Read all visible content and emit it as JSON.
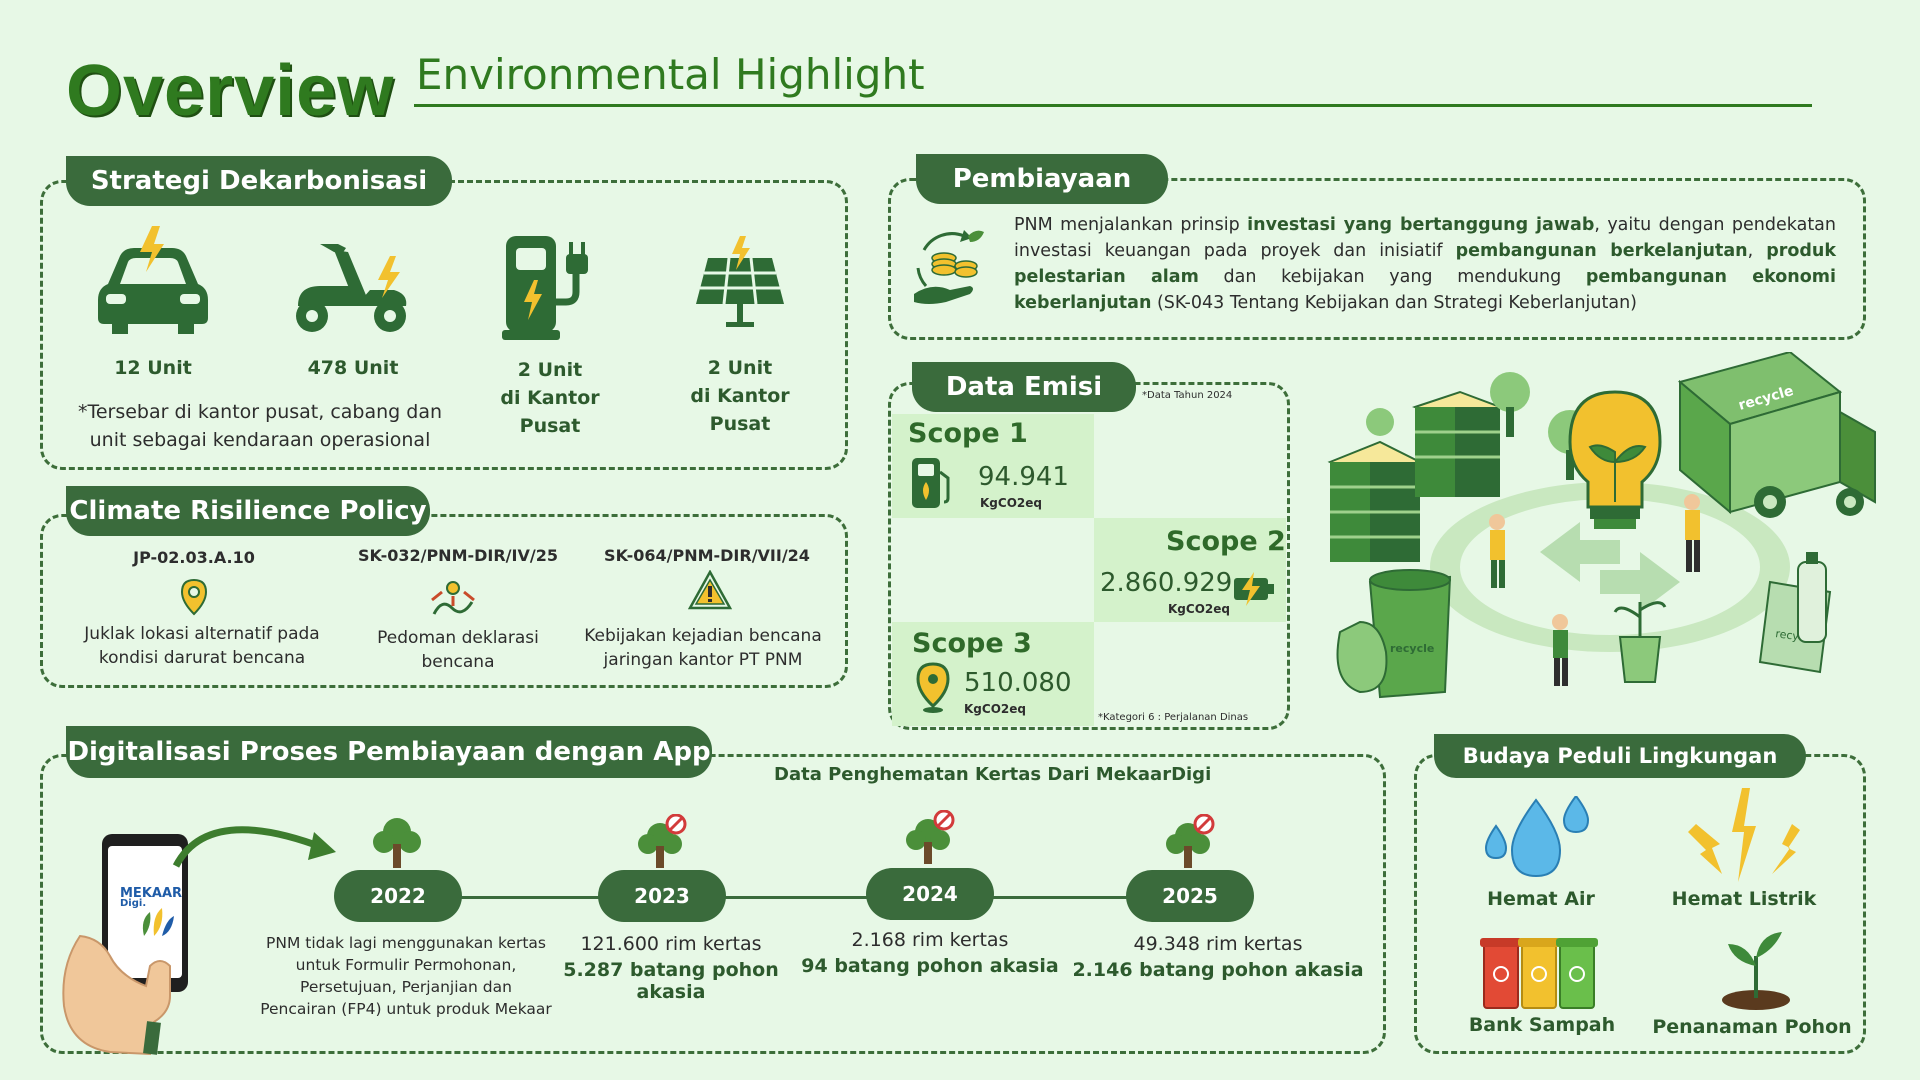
{
  "header": {
    "title": "Overview",
    "subtitle": "Environmental Highlight"
  },
  "strategi": {
    "title": "Strategi Dekarbonisasi",
    "items": [
      {
        "label": "12 Unit",
        "icon": "electric-car-icon"
      },
      {
        "label": "478 Unit",
        "icon": "electric-scooter-icon"
      },
      {
        "label_lines": [
          "2 Unit",
          "di Kantor",
          "Pusat"
        ],
        "icon": "charging-station-icon"
      },
      {
        "label_lines": [
          "2 Unit",
          "di Kantor",
          "Pusat"
        ],
        "icon": "solar-panel-icon"
      }
    ],
    "note_lines": [
      "*Tersebar di kantor pusat, cabang dan",
      "unit sebagai kendaraan operasional"
    ]
  },
  "climate": {
    "title": "Climate Risilience Policy",
    "policies": [
      {
        "code": "JP-02.03.A.10",
        "desc_lines": [
          "Juklak lokasi alternatif pada",
          "kondisi darurat bencana"
        ],
        "icon": "location-pin-icon"
      },
      {
        "code": "SK-032/PNM-DIR/IV/25",
        "desc_lines": [
          "Pedoman deklarasi",
          "bencana"
        ],
        "icon": "disaster-icon"
      },
      {
        "code": "SK-064/PNM-DIR/VII/24",
        "desc_lines": [
          "Kebijakan kejadian bencana",
          "jaringan kantor PT PNM"
        ],
        "icon": "warning-icon"
      }
    ]
  },
  "pembiayaan": {
    "title": "Pembiayaan",
    "text_parts": [
      {
        "t": "PNM menjalankan prinsip ",
        "b": false
      },
      {
        "t": "investasi yang bertanggung jawab",
        "b": true
      },
      {
        "t": ", yaitu dengan pendekatan investasi keuangan pada proyek dan inisiatif ",
        "b": false
      },
      {
        "t": "pembangunan berkelanjutan",
        "b": true
      },
      {
        "t": ", ",
        "b": false
      },
      {
        "t": "produk pelestarian alam",
        "b": true
      },
      {
        "t": " dan kebijakan yang mendukung ",
        "b": false
      },
      {
        "t": "pembangunan ekonomi keberlanjutan",
        "b": true
      },
      {
        "t": " (SK-043 Tentang Kebijakan dan Strategi Keberlanjutan)",
        "b": false
      }
    ]
  },
  "emisi": {
    "title": "Data Emisi",
    "year_note": "*Data Tahun 2024",
    "scopes": [
      {
        "name": "Scope 1",
        "value": "94.941",
        "unit": "KgCO2eq",
        "icon": "fuel-pump-icon"
      },
      {
        "name": "Scope 2",
        "value": "2.860.929",
        "unit": "KgCO2eq",
        "icon": "battery-icon"
      },
      {
        "name": "Scope 3",
        "value": "510.080",
        "unit": "KgCO2eq",
        "icon": "location-pin-icon"
      }
    ],
    "category_note": "*Kategori 6 : Perjalanan Dinas"
  },
  "illustration": {
    "truck_label": "recycle",
    "bin_label": "recycle",
    "bag_label": "recycle"
  },
  "digital": {
    "title": "Digitalisasi Proses Pembiayaan dengan App",
    "subtitle": "Data Penghematan Kertas Dari MekaarDigi",
    "app_name": "MEKAAR",
    "app_sub": "Digi.",
    "timeline": [
      {
        "year": "2022",
        "text_lines": [
          "PNM tidak lagi menggunakan kertas",
          "untuk Formulir Permohonan,",
          "Persetujuan, Perjanjian dan",
          "Pencairan (FP4) untuk produk Mekaar"
        ],
        "bold": ""
      },
      {
        "year": "2023",
        "text_lines": [
          "121.600 rim kertas"
        ],
        "bold": "5.287 batang pohon akasia"
      },
      {
        "year": "2024",
        "text_lines": [
          "2.168 rim kertas"
        ],
        "bold": "94 batang pohon akasia"
      },
      {
        "year": "2025",
        "text_lines": [
          "49.348 rim kertas"
        ],
        "bold": "2.146 batang pohon akasia"
      }
    ]
  },
  "budaya": {
    "title": "Budaya Peduli Lingkungan",
    "items": [
      {
        "label": "Hemat Air",
        "icon": "water-drops-icon"
      },
      {
        "label": "Hemat Listrik",
        "icon": "lightning-icon"
      },
      {
        "label": "Bank Sampah",
        "icon": "recycle-bins-icon"
      },
      {
        "label": "Penanaman Pohon",
        "icon": "sprout-icon"
      }
    ]
  },
  "colors": {
    "background": "#e7f8e6",
    "primary": "#2f7a1f",
    "pill": "#3a6b3c",
    "accent_yellow": "#f2c12e",
    "scope_cell": "#d4f2cb"
  }
}
